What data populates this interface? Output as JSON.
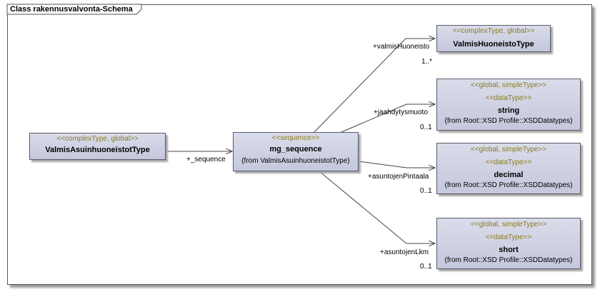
{
  "frame": {
    "title": "Class rakennusvalvonta-Schema"
  },
  "classes": {
    "valmis_asuinhuoneistot": {
      "stereotype": "<<complexType, global>>",
      "name": "ValmisAsuinhuoneistotType"
    },
    "mg_sequence": {
      "stereotype": "<<sequence>>",
      "name": "mg_sequence",
      "from": "(from ValmisAsuinhuoneistotType)"
    },
    "valmis_huoneisto": {
      "stereotype": "<<complexType, global>>",
      "name": "ValmisHuoneistoType"
    },
    "string_type": {
      "stereotype": "<<global, simpleType>>",
      "stereotype2": "<<dataType>>",
      "name": "string",
      "from": "(from Root::XSD Profile::XSDDatatypes)"
    },
    "decimal_type": {
      "stereotype": "<<global, simpleType>>",
      "stereotype2": "<<dataType>>",
      "name": "decimal",
      "from": "(from Root::XSD Profile::XSDDatatypes)"
    },
    "short_type": {
      "stereotype": "<<global, simpleType>>",
      "stereotype2": "<<dataType>>",
      "name": "short",
      "from": "(from Root::XSD Profile::XSDDatatypes)"
    }
  },
  "associations": {
    "sequence": {
      "role": "+_sequence"
    },
    "valmis_huoneisto": {
      "role": "+valmisHuoneisto",
      "multiplicity": "1..*"
    },
    "jaahdytysmuoto": {
      "role": "+jaahdytysmuoto",
      "multiplicity": "0..1"
    },
    "asuntojen_pintaala": {
      "role": "+asuntojenPintaala",
      "multiplicity": "0..1"
    },
    "asuntojen_lkm": {
      "role": "+asuntojenLkm",
      "multiplicity": "0..1"
    }
  }
}
